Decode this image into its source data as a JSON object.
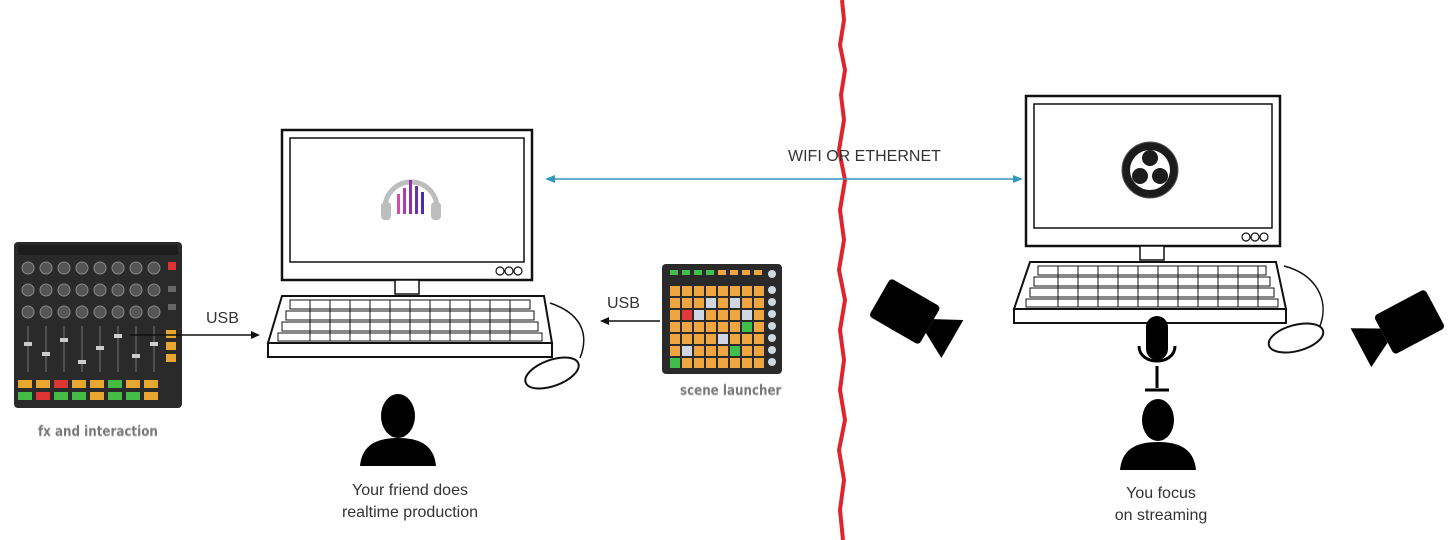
{
  "network": {
    "label": "WIFI OR ETHERNET",
    "line_color": "#3399bb"
  },
  "left": {
    "usb_label_controller": "USB",
    "usb_label_launcher": "USB",
    "controller_caption": "fx and interaction",
    "launcher_caption": "scene launcher",
    "person_caption_line1": "Your friend does",
    "person_caption_line2": "realtime production",
    "app_icon": "headphones-waveform-icon"
  },
  "right": {
    "person_caption_line1": "You focus",
    "person_caption_line2": "on streaming",
    "app_icon": "obs-studio-icon"
  },
  "divider": {
    "color": "#e0242c"
  }
}
